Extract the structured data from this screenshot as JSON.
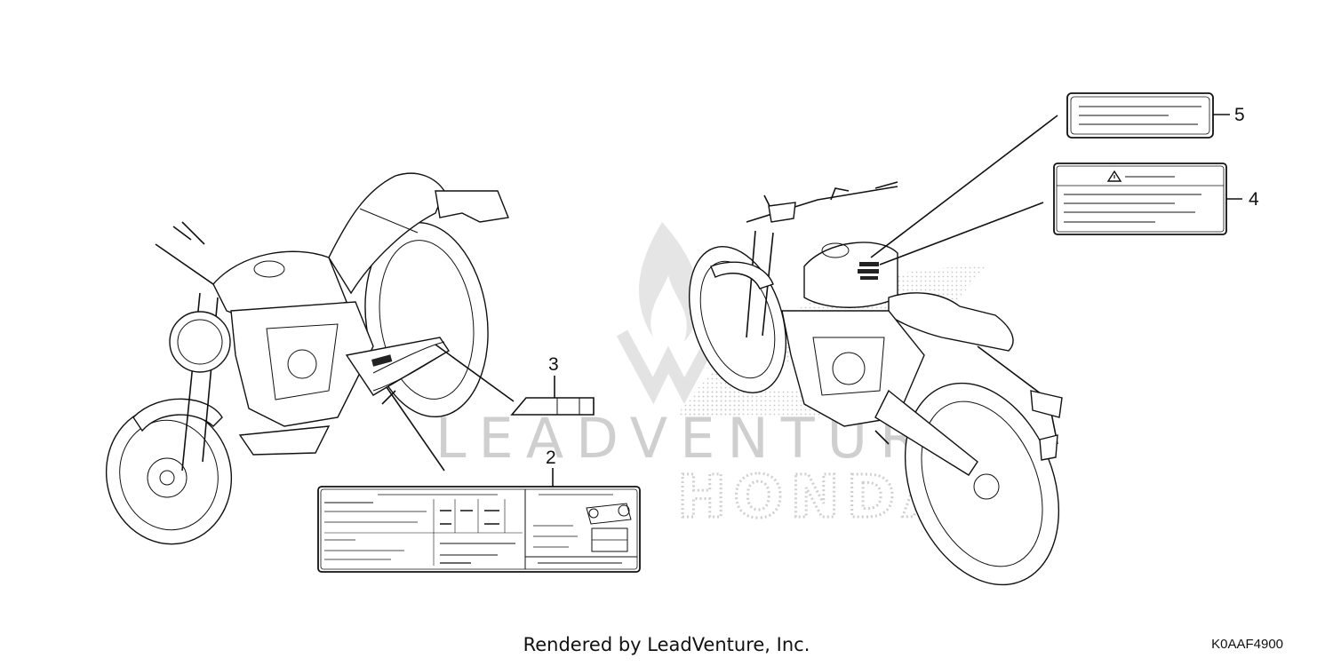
{
  "watermark": {
    "brand": "LEADVENTURE",
    "mark": "HONDA"
  },
  "callouts": [
    {
      "id": "2",
      "label": "2"
    },
    {
      "id": "3",
      "label": "3"
    },
    {
      "id": "4",
      "label": "4"
    },
    {
      "id": "5",
      "label": "5"
    }
  ],
  "footer": {
    "credit": "Rendered by LeadVenture, Inc.",
    "diagram_code": "K0AAF4900"
  }
}
